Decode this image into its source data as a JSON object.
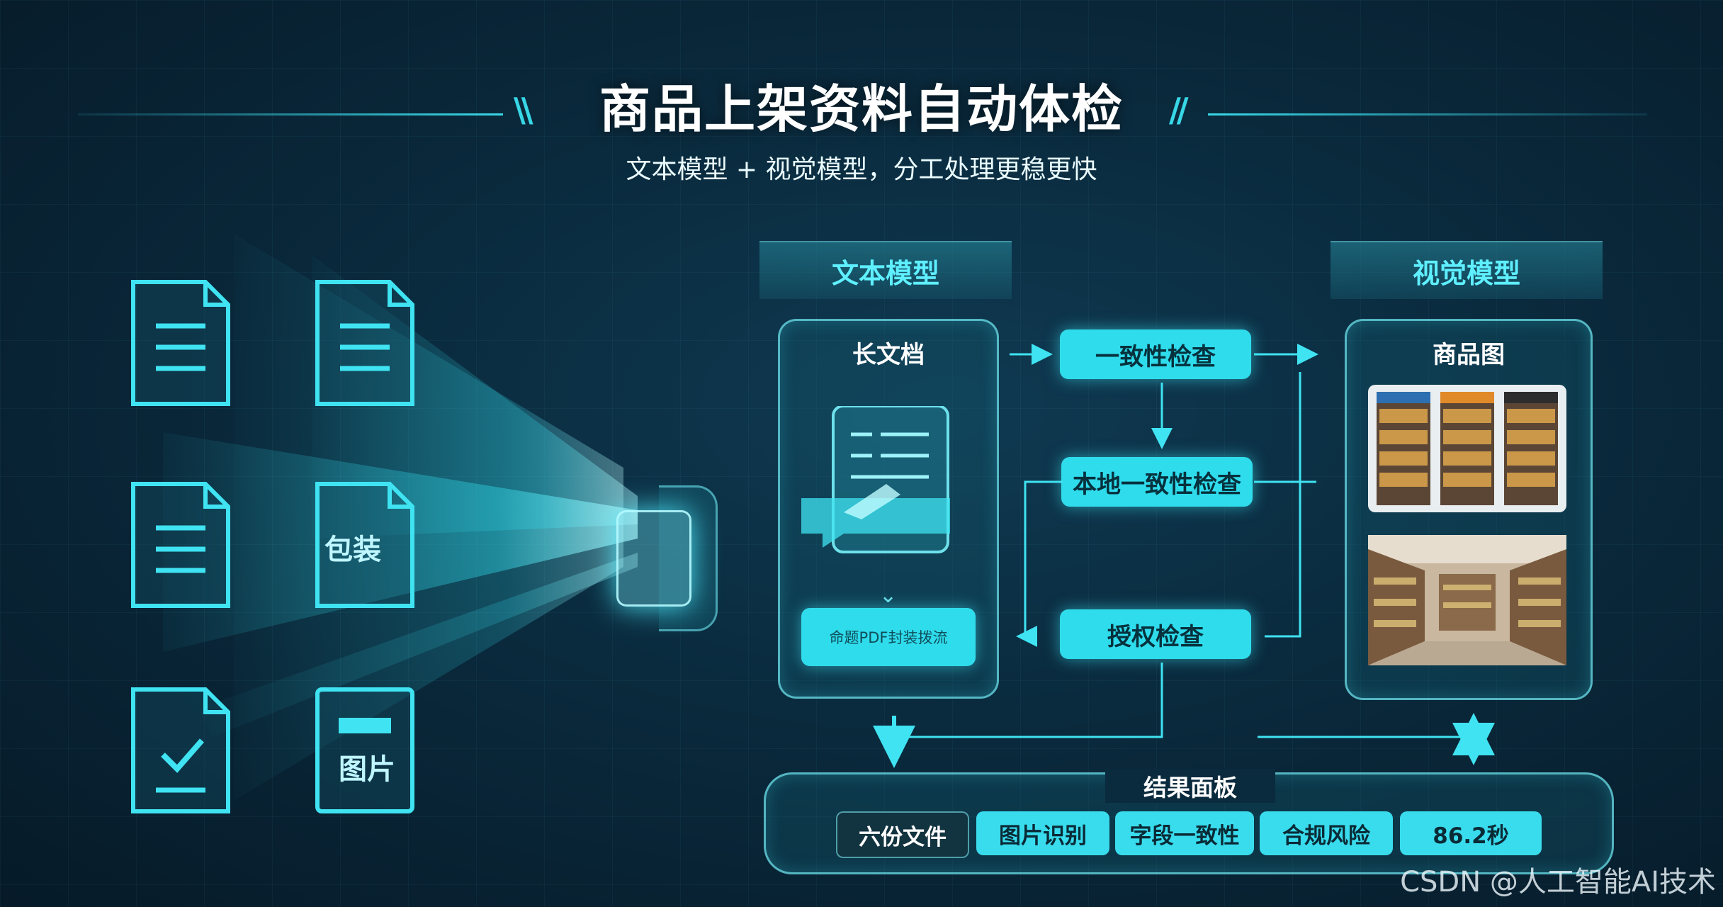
{
  "header": {
    "title": "商品上架资料自动体检",
    "subtitle": "文本模型 + 视觉模型，分工处理更稳更快"
  },
  "sources": {
    "packaging_label": "包装",
    "image_label": "图片"
  },
  "text_model": {
    "tab_label": "文本模型",
    "panel_title": "长文档",
    "output_button": "命题PDF封装拨流"
  },
  "checks": {
    "consistency": "一致性检查",
    "local_consistency": "本地一致性检查",
    "authorization": "授权检查"
  },
  "vision_model": {
    "tab_label": "视觉模型",
    "panel_title": "商品图"
  },
  "result": {
    "title": "结果面板",
    "chips": [
      "六份文件",
      "图片识别",
      "字段一致性",
      "合规风险",
      "86.2秒"
    ]
  },
  "watermark": "CSDN @人工智能AI技术",
  "colors": {
    "accent": "#2fdcec",
    "background": "#0a2a3d",
    "panel_border": "#6ee1eb"
  }
}
